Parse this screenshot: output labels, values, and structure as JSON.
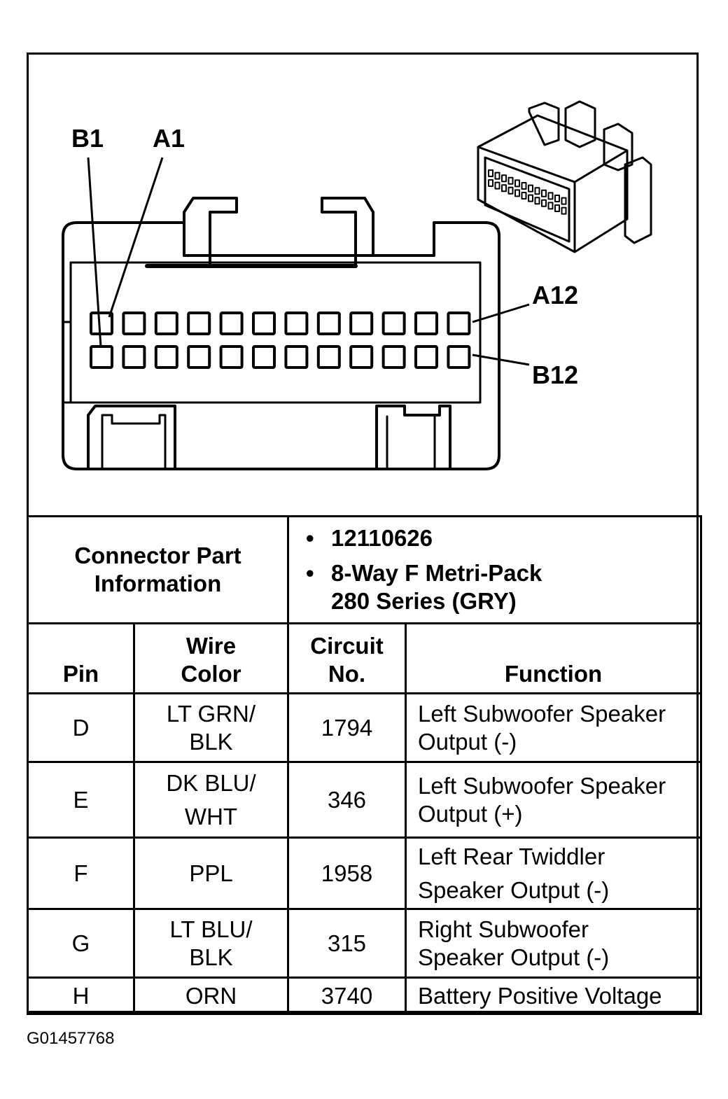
{
  "diagram": {
    "labels": {
      "b1": "B1",
      "a1": "A1",
      "a12": "A12",
      "b12": "B12"
    }
  },
  "connector_info": {
    "label": [
      "Connector Part",
      "Information"
    ],
    "items": [
      "12110626",
      "8-Way F Metri-Pack",
      "280 Series (GRY)"
    ]
  },
  "table": {
    "headers": {
      "pin": "Pin",
      "wire_color": [
        "Wire",
        "Color"
      ],
      "circuit": [
        "Circuit",
        "No."
      ],
      "function": "Function"
    },
    "rows": [
      {
        "pin": "D",
        "wire_color": [
          "LT GRN/",
          "BLK"
        ],
        "circuit": "1794",
        "function": [
          "Left Subwoofer Speaker",
          "Output (-)"
        ]
      },
      {
        "pin": "E",
        "wire_color": [
          "DK BLU/",
          "WHT"
        ],
        "circuit": "346",
        "function": [
          "Left Subwoofer Speaker",
          "Output (+)"
        ]
      },
      {
        "pin": "F",
        "wire_color": [
          "PPL"
        ],
        "circuit": "1958",
        "function": [
          "Left Rear Twiddler",
          "Speaker Output (-)"
        ]
      },
      {
        "pin": "G",
        "wire_color": [
          "LT BLU/",
          "BLK"
        ],
        "circuit": "315",
        "function": [
          "Right Subwoofer",
          "Speaker Output (-)"
        ]
      },
      {
        "pin": "H",
        "wire_color": [
          "ORN"
        ],
        "circuit": "3740",
        "function": [
          "Battery Positive Voltage"
        ]
      }
    ]
  },
  "figure_id": "G01457768"
}
